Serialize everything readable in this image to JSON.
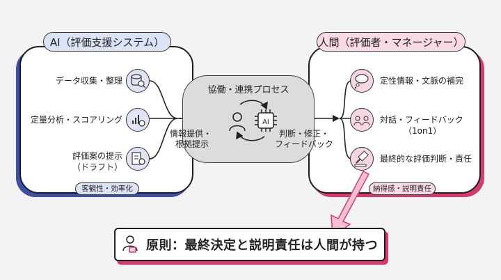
{
  "left": {
    "title": "AI（評価支援システム）",
    "items": [
      "データ収集・整理",
      "定量分析・スコアリング",
      "評価案の提示",
      "（ドラフト）"
    ],
    "tag": "客観性・効率化"
  },
  "center": {
    "title": "協働・連携プロセス",
    "ai_label": "AI",
    "in_label_1": "情報提供・",
    "in_label_2": "根拠提示",
    "out_label_1": "判断・修正・",
    "out_label_2": "フィードバック"
  },
  "right": {
    "title": "人間（評価者・マネージャー）",
    "items": [
      "定性情報・文脈の補完",
      "対話・フィードバック",
      "（1on1）",
      "最終的な評価判断・責任"
    ],
    "tag": "納得感・説明責任"
  },
  "principle": "原則：最終決定と説明責任は人間が持つ",
  "colors": {
    "ai_accent": "#3d4ea6",
    "human_accent": "#d63b6a",
    "ai_fill": "#dde3f6",
    "human_fill": "#fadbe5"
  }
}
